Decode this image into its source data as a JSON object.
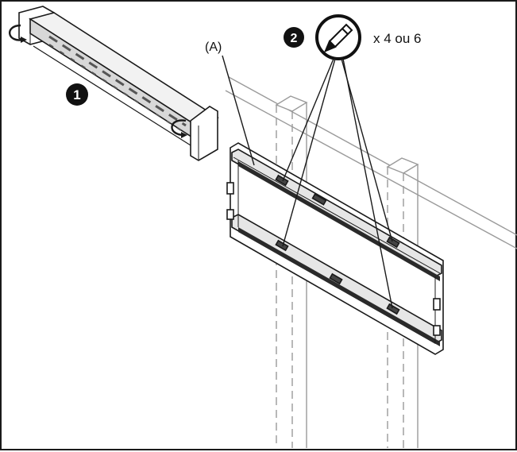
{
  "steps": {
    "step1": {
      "number": "1"
    },
    "step2": {
      "number": "2",
      "quantity": "x 4 ou 6"
    }
  },
  "labels": {
    "bracket": "(A)"
  },
  "icons": {
    "marker": "pencil-icon"
  },
  "colors": {
    "line": "#1a1a1a",
    "wall": "#9a9a9a",
    "fill": "#ffffff"
  }
}
